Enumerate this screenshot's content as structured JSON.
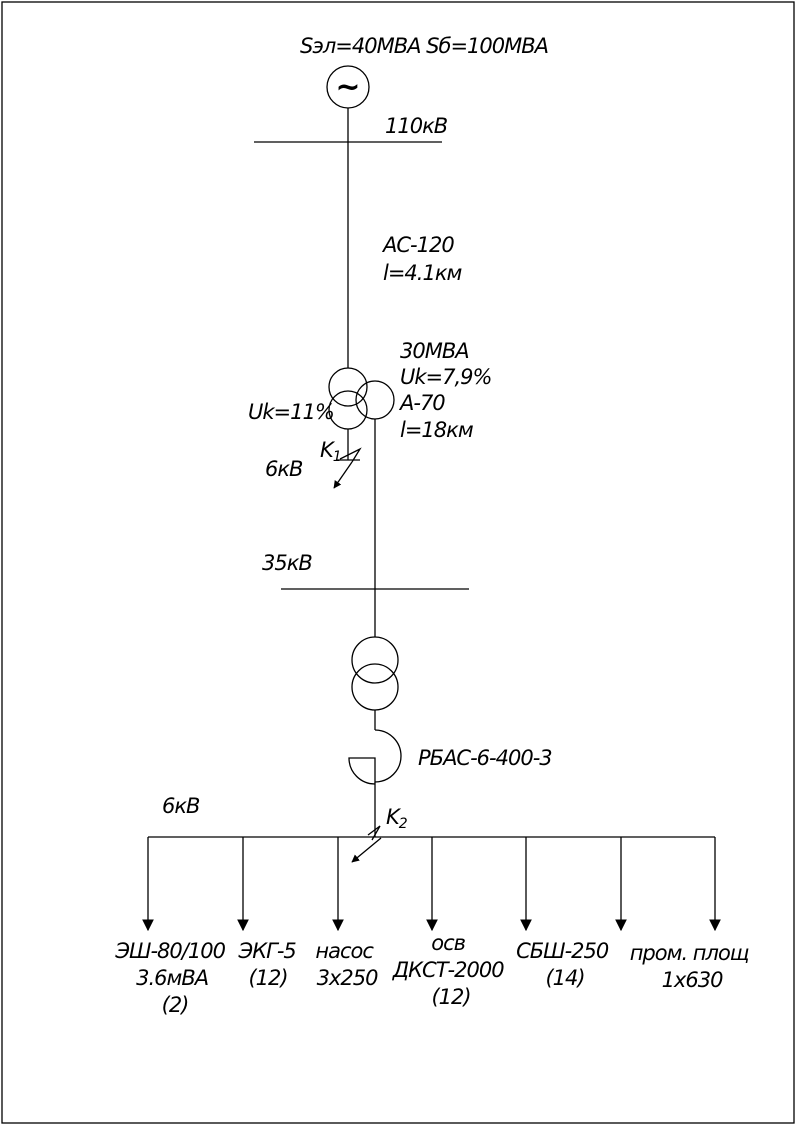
{
  "source": {
    "power_label": "Sэл=40МВА Sб=100МВА",
    "symbol": "~"
  },
  "bus_110": {
    "label": "110кВ"
  },
  "line_ac": {
    "type": "АС-120",
    "length": "l=4.1км"
  },
  "transformer_1": {
    "power": "30МВА",
    "uk_high": "Uk=7,9%",
    "uk_low": "Uk=11%",
    "line_type": "А-70",
    "line_length": "l=18км"
  },
  "fault_k1": {
    "letter": "K",
    "sub": "1"
  },
  "bus_6_top": {
    "label": "6кВ"
  },
  "bus_35": {
    "label": "35кВ"
  },
  "reactor": {
    "label": "РБАС-6-400-3"
  },
  "bus_6_bottom": {
    "label": "6кВ"
  },
  "fault_k2": {
    "letter": "K",
    "sub": "2"
  },
  "loads": [
    {
      "lines": [
        "ЭШ-80/100",
        "3.6мВА",
        "(2)"
      ]
    },
    {
      "lines": [
        "ЭКГ-5",
        "(12)"
      ]
    },
    {
      "lines": [
        "насос",
        "3х250"
      ]
    },
    {
      "lines": [
        "осв",
        "ДКСТ-2000",
        "(12)"
      ]
    },
    {
      "lines": [
        "СБШ-250",
        "(14)"
      ]
    },
    {
      "lines": []
    },
    {
      "lines": [
        "пром. площ",
        "1х630"
      ]
    }
  ]
}
